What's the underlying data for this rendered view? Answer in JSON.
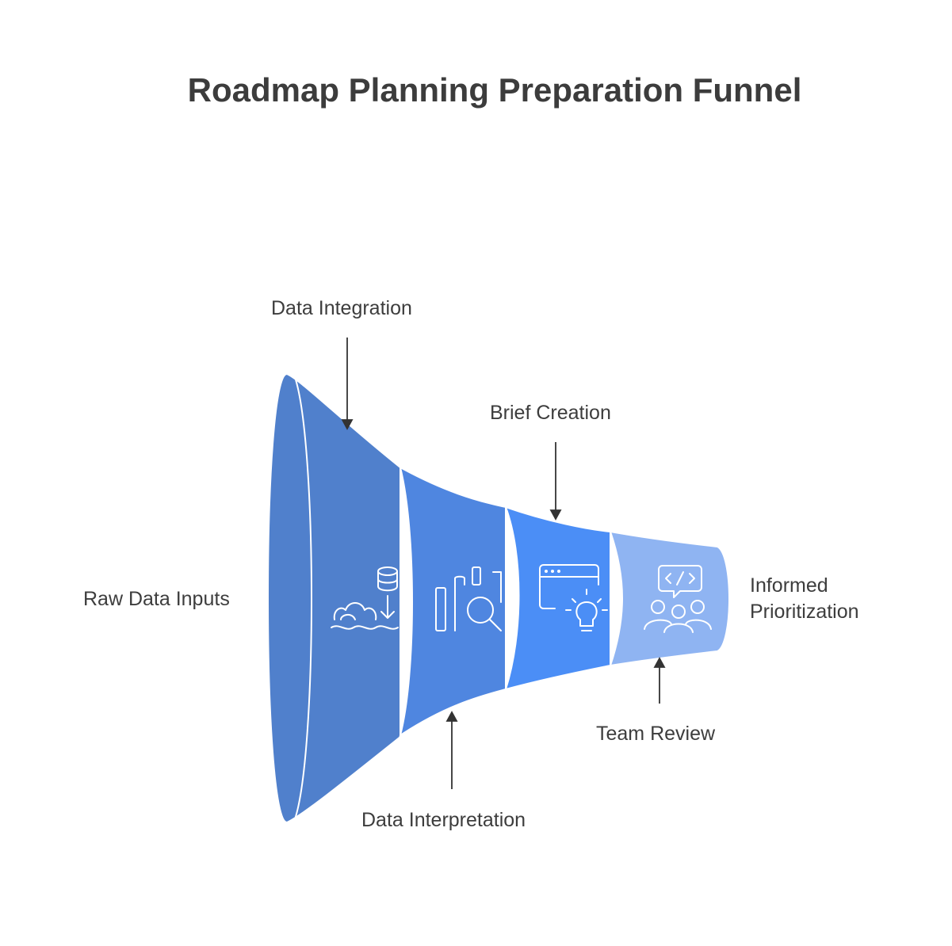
{
  "title": "Roadmap Planning Preparation Funnel",
  "colors": {
    "stage1": "#5080cc",
    "stage2": "#4f86e0",
    "stage3": "#4b8ef6",
    "stage4": "#8fb4f2",
    "text": "#3d3d3d",
    "arrow": "#333333",
    "icon_stroke": "#ffffff"
  },
  "stages": [
    {
      "label": "Raw Data Inputs",
      "icon": "data-ingest-icon"
    },
    {
      "label": "Data Integration",
      "icon": "analytics-search-icon"
    },
    {
      "label": "Data Interpretation",
      "icon": "idea-window-icon"
    },
    {
      "label": "Brief Creation",
      "icon": "team-code-icon"
    },
    {
      "label": "Team Review"
    }
  ],
  "outcome": {
    "line1": "Informed",
    "line2": "Prioritization"
  }
}
